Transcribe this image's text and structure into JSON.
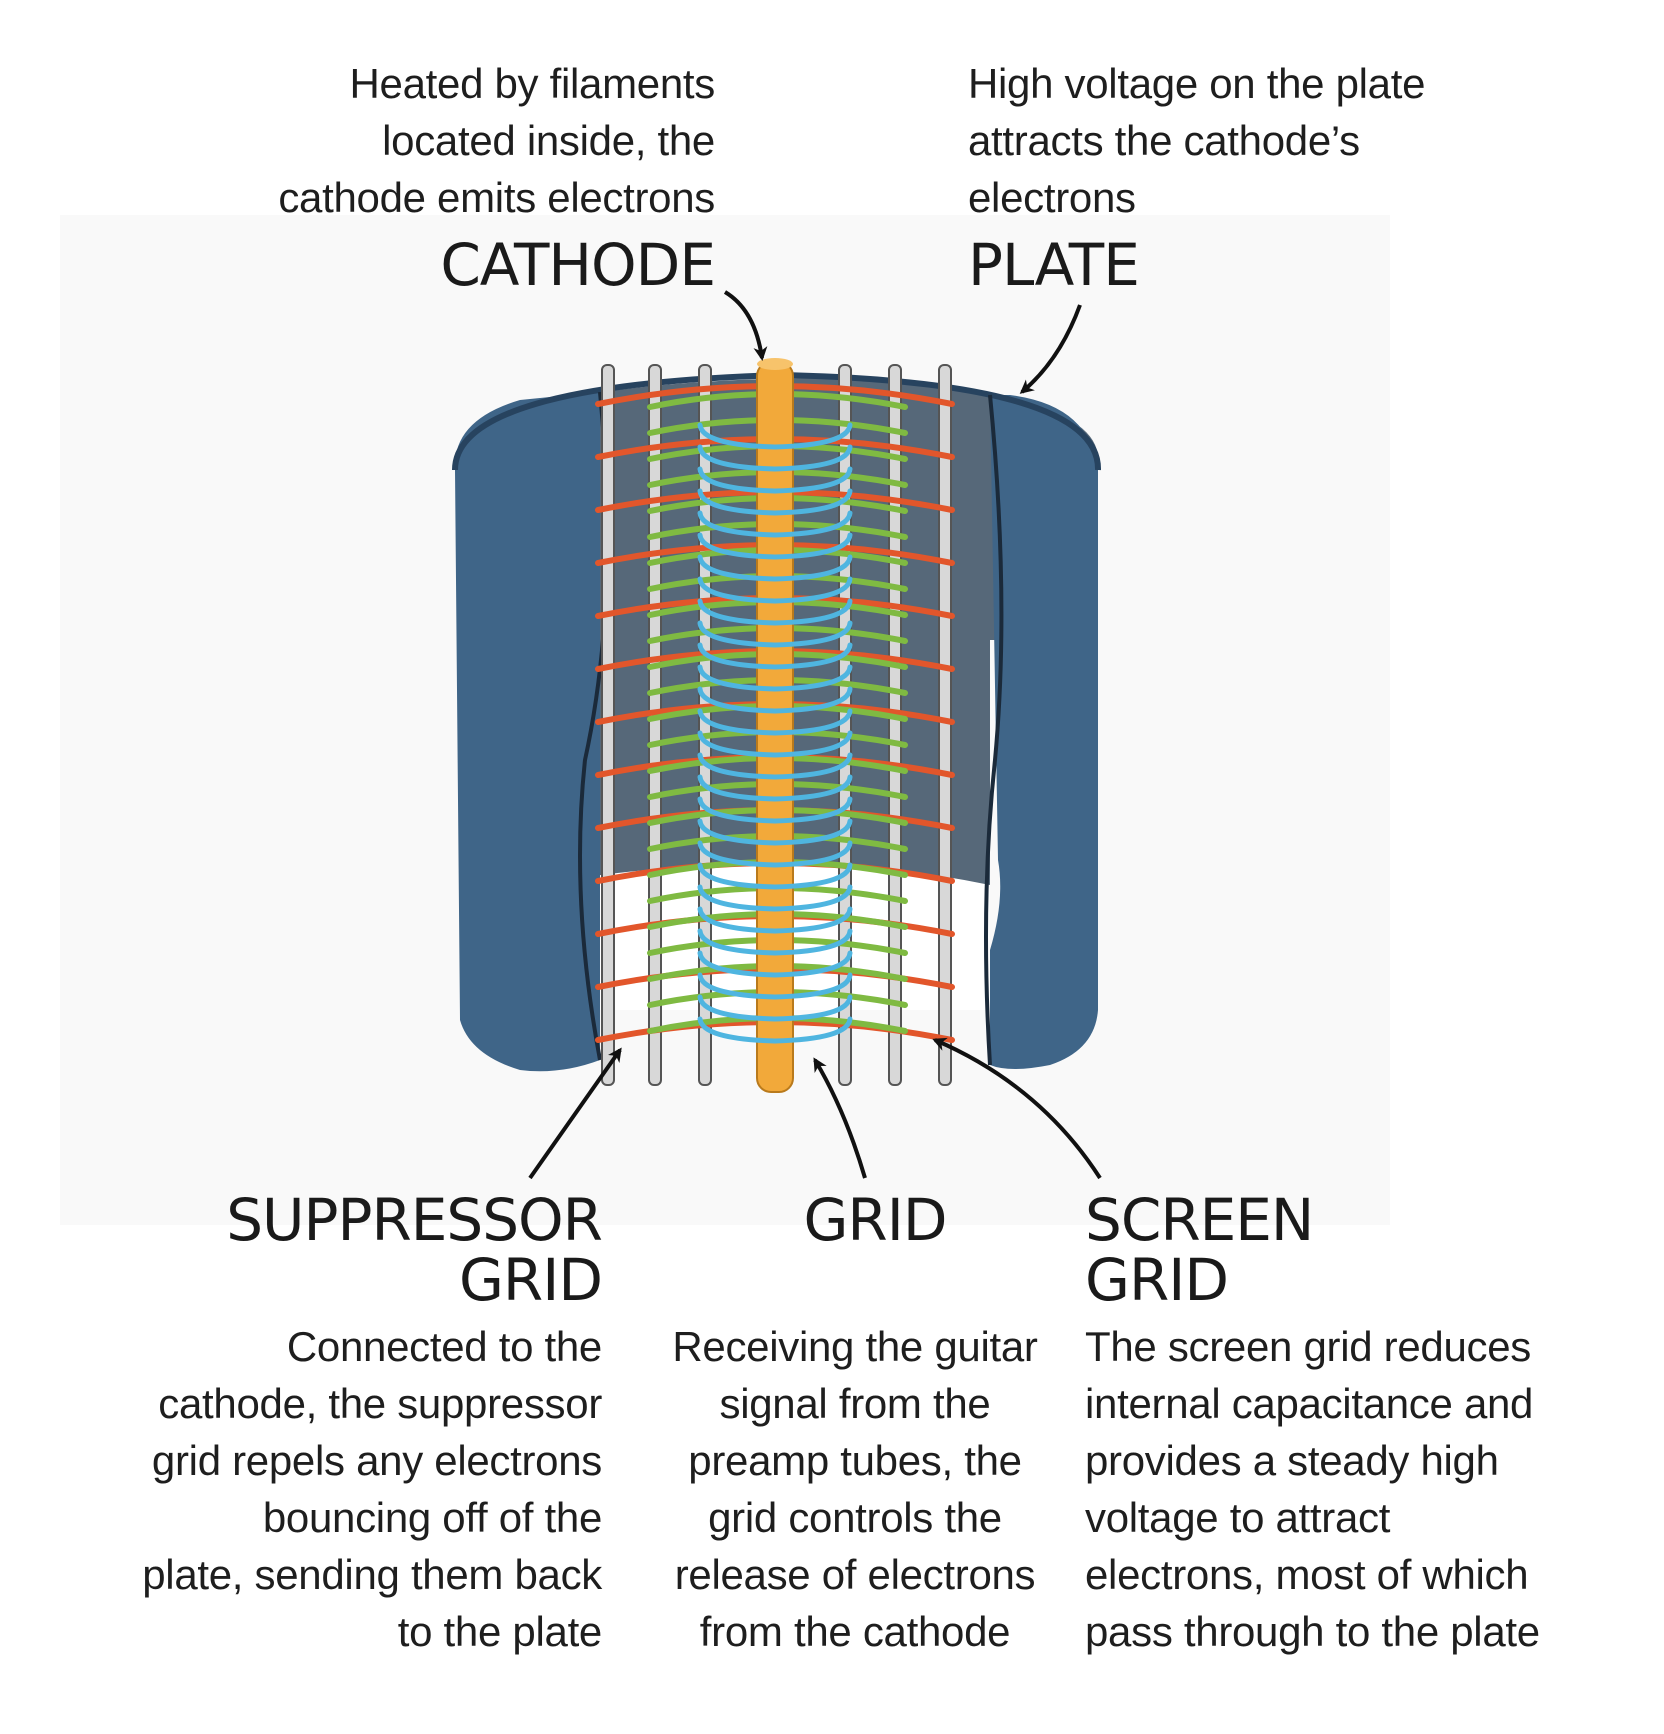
{
  "cathode": {
    "description": [
      "Heated by filaments",
      "located inside, the",
      "cathode emits electrons"
    ],
    "title": "CATHODE"
  },
  "plate": {
    "description": [
      "High voltage on the plate",
      "attracts the cathode’s",
      "electrons"
    ],
    "title": "PLATE"
  },
  "suppressor_grid": {
    "title": [
      "SUPPRESSOR",
      "GRID"
    ],
    "description": [
      "Connected to the",
      "cathode, the suppressor",
      "grid repels any electrons",
      "bouncing off of the",
      "plate, sending them back",
      "to the plate"
    ]
  },
  "grid": {
    "title": "GRID",
    "description": [
      "Receiving the guitar",
      "signal from the",
      "preamp tubes, the",
      "grid controls the",
      "release of electrons",
      "from the cathode"
    ]
  },
  "screen_grid": {
    "title": [
      "SCREEN",
      "GRID"
    ],
    "description": [
      "The screen grid reduces",
      "internal capacitance  and",
      "provides a steady high",
      "voltage to attract",
      "electrons, most of which",
      "pass through to the plate"
    ]
  },
  "colors": {
    "plate": "#3f6588",
    "plate_shadow": "#27435f",
    "plate_inner": "#566879",
    "cathode": "#f2a93a",
    "control_grid": "#4fb5e0",
    "screen_grid": "#7fba42",
    "suppressor_grid": "#e2562b",
    "support_rod": "#d8d8d8",
    "text": "#1e1e1e"
  }
}
